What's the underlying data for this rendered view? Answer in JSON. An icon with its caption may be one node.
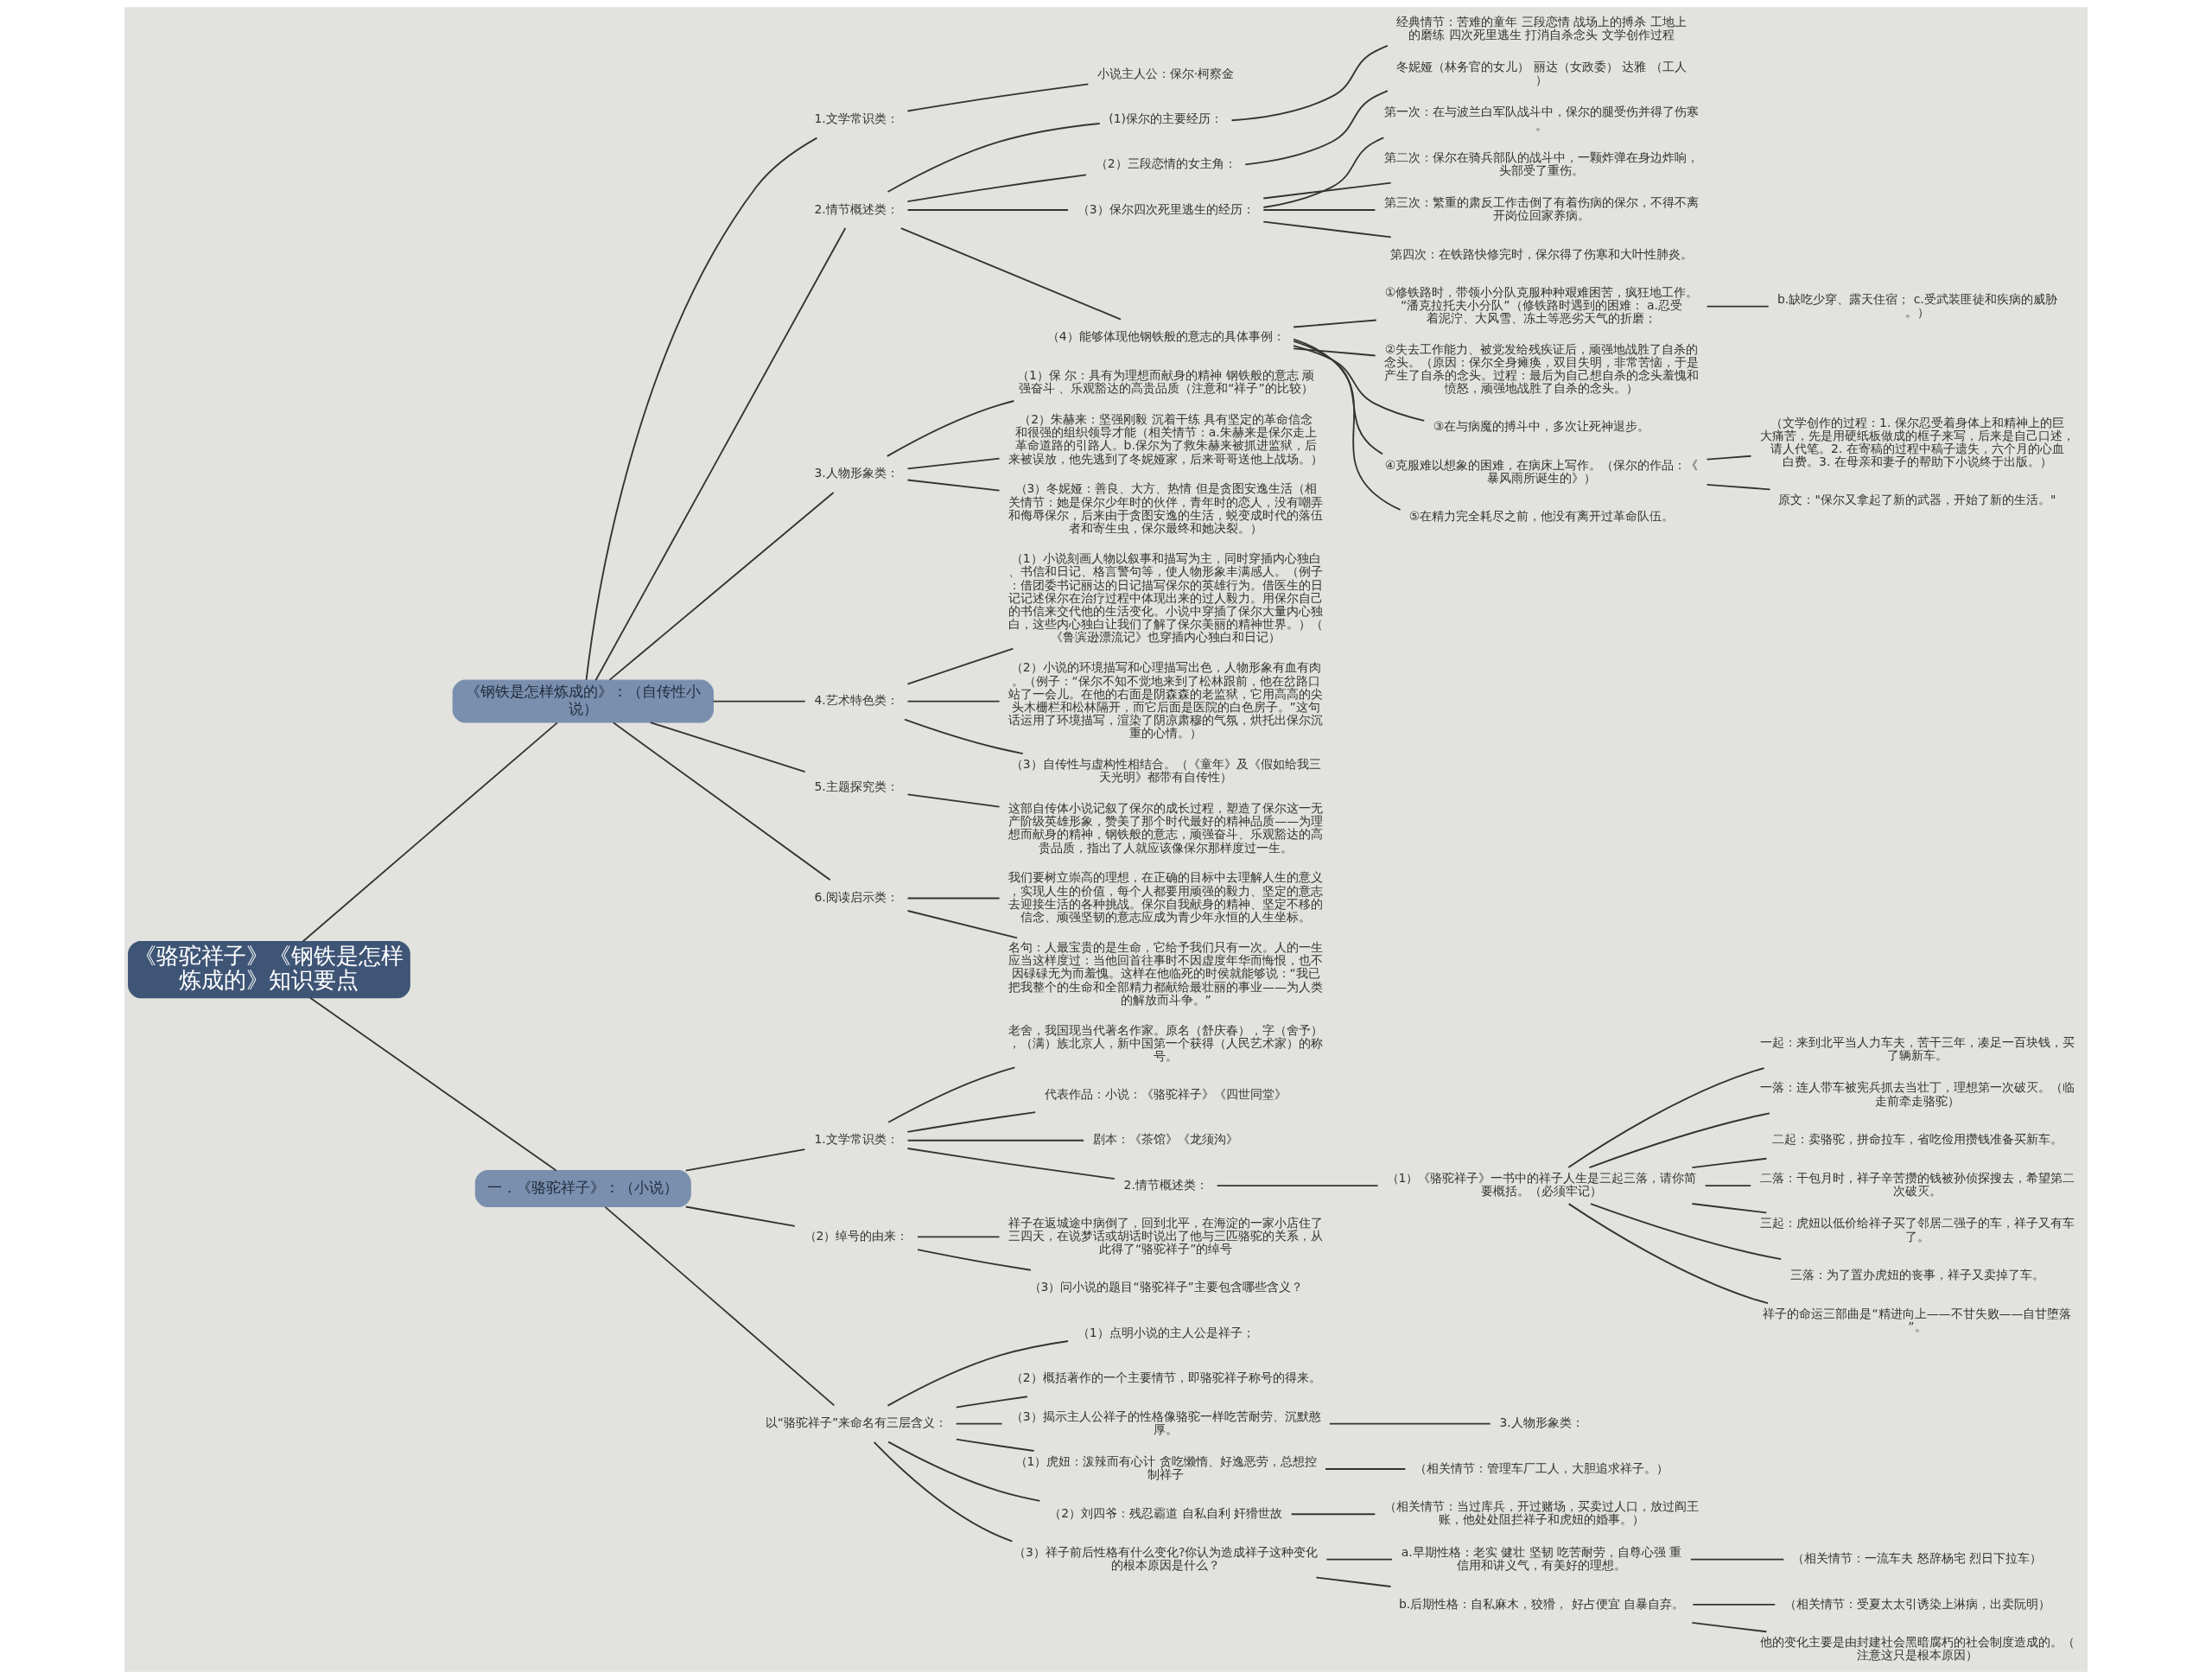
{
  "diagram": {
    "nodes": [
      {
        "text": [
          "《骆驼祥子》《钢铁是怎样炼成的》知识要点"
        ]
      },
      {
        "text": [
          "《钢铁是怎样炼成的》：（自传性小说）"
        ]
      },
      {
        "text": [
          "1.文学常识类："
        ]
      },
      {
        "text": [
          "小说主人公：保尔·柯察金"
        ]
      },
      {
        "text": [
          "2.情节概述类："
        ]
      },
      {
        "text": [
          "(1)保尔的主要经历："
        ]
      },
      {
        "text": [
          "经典情节：苦难的童年 三段恋情 战场上的搏杀 工地上的磨练 四次死里逃生 打消自杀念头 文学创作过程"
        ]
      },
      {
        "text": [
          "（2）三段恋情的女主角："
        ]
      },
      {
        "text": [
          "冬妮娅（林务官的女儿） 丽达（女政委） 达雅 （工人）"
        ]
      },
      {
        "text": [
          "（3）保尔四次死里逃生的经历："
        ]
      },
      {
        "text": [
          "第一次：在与波兰白军队战斗中，保尔的腿受伤并得了伤寒。"
        ]
      },
      {
        "text": [
          "第二次：保尔在骑兵部队的战斗中，一颗炸弹在身边炸响，头部受了重伤。"
        ]
      },
      {
        "text": [
          "第三次：繁重的肃反工作击倒了有着伤病的保尔，不得不离开岗位回家养病。"
        ]
      },
      {
        "text": [
          "第四次：在铁路快修完时，保尔得了伤寒和大叶性肺炎。"
        ]
      },
      {
        "text": [
          "（4）能够体现他钢铁般的意志的具体事例："
        ]
      },
      {
        "text": [
          "①修铁路时，带领小分队克服种种艰难困苦，疯狂地工作。“潘克拉托夫小分队”（修铁路时遇到的困难： a.忍受着泥泞、大风雪、冻土等恶劣天气的折磨；"
        ]
      },
      {
        "text": [
          "b.缺吃少穿、露天住宿； c.受武装匪徒和疾病的威胁。）"
        ]
      },
      {
        "text": [
          "②失去工作能力、被党发给残疾证后，顽强地战胜了自杀的念头。（原因：保尔全身瘫痪，双目失明，非常苦恼，于是产生了自杀的念头。过程：最后为自己想自杀的念头羞愧和愤怒，顽强地战胜了自杀的念头。）"
        ]
      },
      {
        "text": [
          "③在与病魔的搏斗中，多次让死神退步。"
        ]
      },
      {
        "text": [
          "④克服难以想象的困难，在病床上写作。（保尔的作品：《暴风雨所诞生的》）"
        ]
      },
      {
        "text": [
          "（文学创作的过程：1. 保尔忍受着身体上和精神上的巨大痛苦，先是用硬纸板做成的框子来写，后来是自己口述，请人代笔。2. 在寄稿的过程中稿子遗失，六个月的心血白费。3. 在母亲和妻子的帮助下小说终于出版。）"
        ]
      },
      {
        "text": [
          "原文：\"保尔又拿起了新的武器，开始了新的生活。\""
        ]
      },
      {
        "text": [
          "⑤在精力完全耗尽之前，他没有离开过革命队伍。"
        ]
      },
      {
        "text": [
          "3.人物形象类："
        ]
      },
      {
        "text": [
          "（1）保 尔：具有为理想而献身的精神 钢铁般的意志 顽强奋斗 、乐观豁达的高贵品质（注意和“祥子”的比较）"
        ]
      },
      {
        "text": [
          "（2）朱赫来：坚强刚毅 沉着干练 具有坚定的革命信念和很强的组织领导才能（相关情节：a.朱赫来是保尔走上革命道路的引路人。b.保尔为了救朱赫来被抓进监狱，后来被误放，他先逃到了冬妮娅家，后来哥哥送他上战场。）"
        ]
      },
      {
        "text": [
          "（3）冬妮娅：善良、大方、热情 但是贪图安逸生活（相关情节：她是保尔少年时的伙伴，青年时的恋人，没有嘲弄和侮辱保尔，后来由于贪图安逸的生活，蜕变成时代的落伍者和寄生虫，保尔最终和她决裂。）"
        ]
      },
      {
        "text": [
          "4.艺术特色类："
        ]
      },
      {
        "text": [
          "（1）小说刻画人物以叙事和描写为主，同时穿插内心独白、书信和日记、格言警句等，使人物形象丰满感人。（例子：借团委书记丽达的日记描写保尔的英雄行为。借医生的日记记述保尔在治疗过程中体现出来的过人毅力。用保尔自己的书信来交代他的生活变化。小说中穿插了保尔大量内心独白，这些内心独白让我们了解了保尔美丽的精神世界。）（《鲁滨逊漂流记》也穿插内心独白和日记）"
        ]
      },
      {
        "text": [
          "（2）小说的环境描写和心理描写出色，人物形象有血有肉。（例子：“保尔不知不觉地来到了松林跟前，他在岔路口站了一会儿。在他的右面是阴森森的老监狱，它用高高的尖头木栅栏和松林隔开，而它后面是医院的白色房子。”这句话运用了环境描写，渲染了阴凉肃穆的气氛，烘托出保尔沉重的心情。）"
        ]
      },
      {
        "text": [
          "（3）自传性与虚构性相结合。（《童年》及《假如给我三天光明》都带有自传性）"
        ]
      },
      {
        "text": [
          "5.主题探究类："
        ]
      },
      {
        "text": [
          "这部自传体小说记叙了保尔的成长过程，塑造了保尔这一无产阶级英雄形象，赞美了那个时代最好的精神品质——为理想而献身的精神，钢铁般的意志，顽强奋斗、乐观豁达的高贵品质，指出了人就应该像保尔那样度过一生。"
        ]
      },
      {
        "text": [
          "6.阅读启示类："
        ]
      },
      {
        "text": [
          "我们要树立崇高的理想，在正确的目标中去理解人生的意义，实现人生的价值，每个人都要用顽强的毅力、坚定的意志去迎接生活的各种挑战。保尔自我献身的精神、坚定不移的信念、顽强坚韧的意志应成为青少年永恒的人生坐标。"
        ]
      },
      {
        "text": [
          "名句：人最宝贵的是生命，它给予我们只有一次。人的一生应当这样度过：当他回首往事时不因虚度年华而悔恨，也不因碌碌无为而羞愧。这样在他临死的时侯就能够说：“我已把我整个的生命和全部精力都献给最壮丽的事业——为人类的解放而斗争。”"
        ]
      },
      {
        "text": [
          "一．《骆驼祥子》：（小说）"
        ]
      },
      {
        "text": [
          "1.文学常识类："
        ]
      },
      {
        "text": [
          "老舍，我国现当代著名作家。原名（舒庆春），字（舍予），（满）族北京人，新中国第一个获得（人民艺术家）的称号。"
        ]
      },
      {
        "text": [
          "代表作品：小说：《骆驼祥子》《四世同堂》"
        ]
      },
      {
        "text": [
          "剧本：《茶馆》《龙须沟》"
        ]
      },
      {
        "text": [
          "2.情节概述类："
        ]
      },
      {
        "text": [
          "（1）《骆驼祥子》一书中的祥子人生是三起三落，请你简要概括。（必须牢记）"
        ]
      },
      {
        "text": [
          "一起：来到北平当人力车夫，苦干三年，凑足一百块钱，买了辆新车。"
        ]
      },
      {
        "text": [
          "一落：连人带车被宪兵抓去当壮丁，理想第一次破灭。（临走前牵走骆驼）"
        ]
      },
      {
        "text": [
          "二起：卖骆驼，拼命拉车，省吃俭用攒钱准备买新车。"
        ]
      },
      {
        "text": [
          "二落：干包月时，祥子辛苦攒的钱被孙侦探搜去，希望第二次破灭。"
        ]
      },
      {
        "text": [
          "三起：虎妞以低价给祥子买了邻居二强子的车，祥子又有车了。"
        ]
      },
      {
        "text": [
          "三落：为了置办虎妞的丧事，祥子又卖掉了车。"
        ]
      },
      {
        "text": [
          "祥子的命运三部曲是“精进向上——不甘失败——自甘堕落”。"
        ]
      },
      {
        "text": [
          "（2）绰号的由来："
        ]
      },
      {
        "text": [
          "祥子在返城途中病倒了，回到北平，在海淀的一家小店住了三四天，在说梦话或胡话时说出了他与三匹骆驼的关系，从此得了“骆驼祥子”的绰号"
        ]
      },
      {
        "text": [
          "（3）问小说的题目“骆驼祥子”主要包含哪些含义？"
        ]
      },
      {
        "text": [
          "以“骆驼祥子”来命名有三层含义："
        ]
      },
      {
        "text": [
          "（1）点明小说的主人公是祥子；"
        ]
      },
      {
        "text": [
          "（2）概括著作的一个主要情节，即骆驼祥子称号的得来。"
        ]
      },
      {
        "text": [
          "（3）揭示主人公祥子的性格像骆驼一样吃苦耐劳、沉默憨厚。"
        ]
      },
      {
        "text": [
          "3.人物形象类："
        ]
      },
      {
        "text": [
          "（1）虎妞：泼辣而有心计 贪吃懒惰、好逸恶劳，总想控制祥子"
        ]
      },
      {
        "text": [
          "（相关情节：管理车厂工人，大胆追求祥子。）"
        ]
      },
      {
        "text": [
          "（2）刘四爷：残忍霸道 自私自利 奸猾世故"
        ]
      },
      {
        "text": [
          "（相关情节：当过库兵，开过赌场，买卖过人口，放过阎王账，他处处阻拦祥子和虎妞的婚事。）"
        ]
      },
      {
        "text": [
          "（3）祥子前后性格有什么变化?你认为造成祥子这种变化的根本原因是什么？"
        ]
      },
      {
        "text": [
          "a.早期性格：老实 健壮 坚韧 吃苦耐劳，自尊心强 重信用和讲义气，有美好的理想。"
        ]
      },
      {
        "text": [
          "（相关情节：一流车夫 怒辞杨宅 烈日下拉车）"
        ]
      },
      {
        "text": [
          "b.后期性格：自私麻木，狡猾， 好占便宜 自暴自弃。"
        ]
      },
      {
        "text": [
          "（相关情节：受夏太太引诱染上淋病，出卖阮明）"
        ]
      },
      {
        "text": [
          "他的变化主要是由封建社会黑暗腐朽的社会制度造成的。（注意这只是根本原因）"
        ]
      }
    ],
    "edges": [
      {
        "from": 0,
        "to": 1,
        "arrow": "none"
      },
      {
        "from": 1,
        "to": 2,
        "arrow": "none"
      },
      {
        "from": 2,
        "to": 3,
        "arrow": "none"
      },
      {
        "from": 1,
        "to": 4,
        "arrow": "none"
      },
      {
        "from": 4,
        "to": 5,
        "arrow": "none"
      },
      {
        "from": 5,
        "to": 6,
        "arrow": "none"
      },
      {
        "from": 4,
        "to": 7,
        "arrow": "none"
      },
      {
        "from": 7,
        "to": 8,
        "arrow": "none"
      },
      {
        "from": 4,
        "to": 9,
        "arrow": "none"
      },
      {
        "from": 9,
        "to": 10,
        "arrow": "none"
      },
      {
        "from": 9,
        "to": 11,
        "arrow": "none"
      },
      {
        "from": 9,
        "to": 12,
        "arrow": "none"
      },
      {
        "from": 9,
        "to": 13,
        "arrow": "none"
      },
      {
        "from": 4,
        "to": 14,
        "arrow": "none"
      },
      {
        "from": 14,
        "to": 15,
        "arrow": "none"
      },
      {
        "from": 15,
        "to": 16,
        "arrow": "none"
      },
      {
        "from": 14,
        "to": 17,
        "arrow": "none"
      },
      {
        "from": 14,
        "to": 18,
        "arrow": "none"
      },
      {
        "from": 14,
        "to": 19,
        "arrow": "none"
      },
      {
        "from": 19,
        "to": 20,
        "arrow": "none"
      },
      {
        "from": 19,
        "to": 21,
        "arrow": "none"
      },
      {
        "from": 14,
        "to": 22,
        "arrow": "none"
      },
      {
        "from": 1,
        "to": 23,
        "arrow": "none"
      },
      {
        "from": 23,
        "to": 24,
        "arrow": "none"
      },
      {
        "from": 23,
        "to": 25,
        "arrow": "none"
      },
      {
        "from": 23,
        "to": 26,
        "arrow": "none"
      },
      {
        "from": 1,
        "to": 27,
        "arrow": "none"
      },
      {
        "from": 27,
        "to": 28,
        "arrow": "none"
      },
      {
        "from": 27,
        "to": 29,
        "arrow": "none"
      },
      {
        "from": 27,
        "to": 30,
        "arrow": "none"
      },
      {
        "from": 1,
        "to": 31,
        "arrow": "none"
      },
      {
        "from": 31,
        "to": 32,
        "arrow": "none"
      },
      {
        "from": 1,
        "to": 33,
        "arrow": "none"
      },
      {
        "from": 33,
        "to": 34,
        "arrow": "none"
      },
      {
        "from": 33,
        "to": 35,
        "arrow": "none"
      },
      {
        "from": 0,
        "to": 36,
        "arrow": "none"
      },
      {
        "from": 36,
        "to": 37,
        "arrow": "none"
      },
      {
        "from": 37,
        "to": 38,
        "arrow": "none"
      },
      {
        "from": 37,
        "to": 39,
        "arrow": "none"
      },
      {
        "from": 37,
        "to": 40,
        "arrow": "none"
      },
      {
        "from": 37,
        "to": 41,
        "arrow": "none"
      },
      {
        "from": 41,
        "to": 42,
        "arrow": "none"
      },
      {
        "from": 42,
        "to": 43,
        "arrow": "none"
      },
      {
        "from": 42,
        "to": 44,
        "arrow": "none"
      },
      {
        "from": 42,
        "to": 45,
        "arrow": "none"
      },
      {
        "from": 42,
        "to": 46,
        "arrow": "none"
      },
      {
        "from": 42,
        "to": 47,
        "arrow": "none"
      },
      {
        "from": 42,
        "to": 48,
        "arrow": "none"
      },
      {
        "from": 42,
        "to": 49,
        "arrow": "none"
      },
      {
        "from": 36,
        "to": 50,
        "arrow": "none"
      },
      {
        "from": 50,
        "to": 51,
        "arrow": "none"
      },
      {
        "from": 50,
        "to": 52,
        "arrow": "none"
      },
      {
        "from": 36,
        "to": 53,
        "arrow": "none"
      },
      {
        "from": 53,
        "to": 54,
        "arrow": "none"
      },
      {
        "from": 53,
        "to": 55,
        "arrow": "none"
      },
      {
        "from": 53,
        "to": 56,
        "arrow": "none"
      },
      {
        "from": 56,
        "to": 57,
        "arrow": "none"
      },
      {
        "from": 53,
        "to": 58,
        "arrow": "none"
      },
      {
        "from": 58,
        "to": 59,
        "arrow": "none"
      },
      {
        "from": 53,
        "to": 60,
        "arrow": "none"
      },
      {
        "from": 60,
        "to": 61,
        "arrow": "none"
      },
      {
        "from": 53,
        "to": 62,
        "arrow": "none"
      },
      {
        "from": 62,
        "to": 63,
        "arrow": "none"
      },
      {
        "from": 63,
        "to": 64,
        "arrow": "none"
      },
      {
        "from": 62,
        "to": 65,
        "arrow": "none"
      },
      {
        "from": 65,
        "to": 66,
        "arrow": "none"
      },
      {
        "from": 65,
        "to": 67,
        "arrow": "none"
      }
    ]
  }
}
